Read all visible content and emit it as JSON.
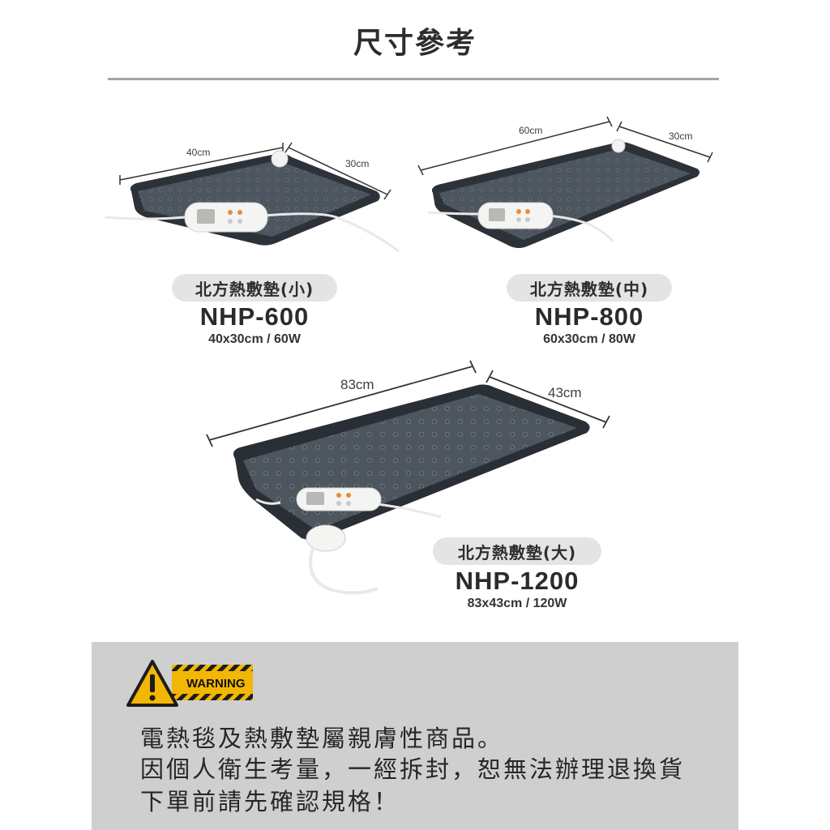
{
  "page": {
    "title": "尺寸參考"
  },
  "products": [
    {
      "name": "北方熱敷墊(小)",
      "model": "NHP-600",
      "spec": "40x30cm / 60W",
      "dims": {
        "length": "40cm",
        "width": "30cm"
      }
    },
    {
      "name": "北方熱敷墊(中)",
      "model": "NHP-800",
      "spec": "60x30cm / 80W",
      "dims": {
        "length": "60cm",
        "width": "30cm"
      }
    },
    {
      "name": "北方熱敷墊(大)",
      "model": "NHP-1200",
      "spec": "83x43cm / 120W",
      "dims": {
        "length": "83cm",
        "width": "43cm"
      }
    }
  ],
  "warning": {
    "badge": "WARNING",
    "lines": [
      "電熱毯及熱敷墊屬親膚性商品。",
      "因個人衛生考量，一經拆封，恕無法辦理退換貨",
      "下單前請先確認規格！"
    ]
  },
  "colors": {
    "pad_fill": "#4b535c",
    "pad_border": "#2a2f35",
    "controller": "#f4f4f2",
    "panel": "#cfcfcf",
    "warning_yellow": "#f2b705"
  },
  "icons": [
    "warning-triangle-icon",
    "hazard-stripes-icon"
  ]
}
